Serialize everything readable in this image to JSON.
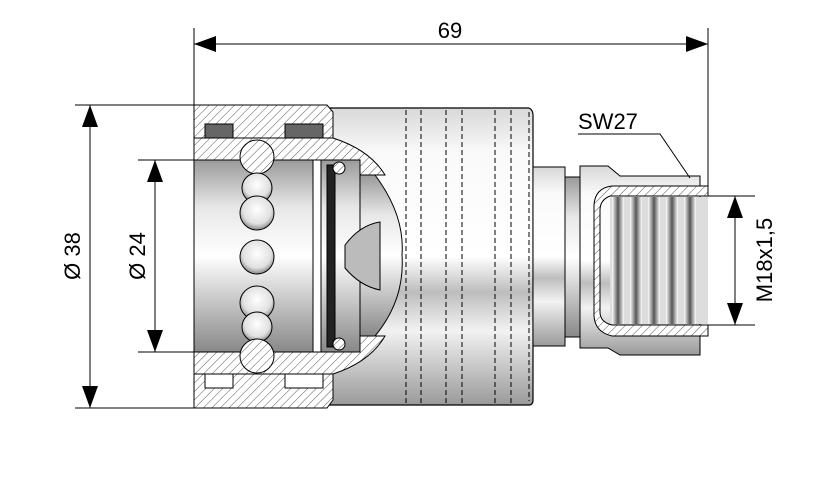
{
  "dimensions": {
    "overall_length": "69",
    "outer_diameter": "Ø 38",
    "inner_diameter": "Ø 24",
    "thread": "M18x1,5",
    "wrench_size": "SW27"
  }
}
